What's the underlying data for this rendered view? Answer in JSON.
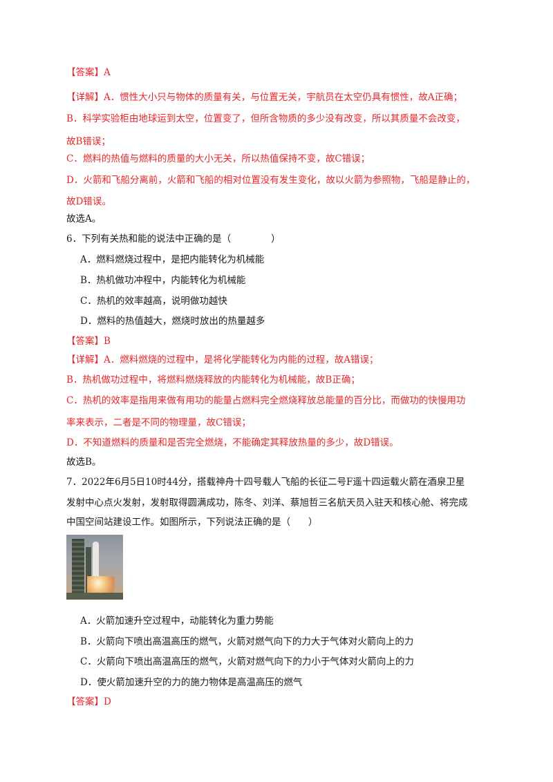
{
  "q5": {
    "answer_tag": "【答案】",
    "answer": "A",
    "detail_tag": "【详解】",
    "lines": [
      "A．惯性大小只与物体的质量有关，与位置无关，宇航员在太空仍具有惯性，故A正确；",
      "B．科学实验柜由地球运到太空，位置变了，但所含物质的多少没有改变，所以其质量不会改变，",
      "故B错误；",
      "C．燃料的热值与燃料的质量的大小无关，所以热值保持不变，故C错误；",
      "D．火箭和飞船分离前，火箭和飞船的相对位置没有发生变化，故以火箭为参照物，飞船是静止的，",
      "故D错误。"
    ],
    "conclusion": "故选A。"
  },
  "q6": {
    "stem": "6．下列有关热和能的说法中正确的是（",
    "stem_close": "）",
    "options": [
      "A．燃料燃烧过程中，是把内能转化为机械能",
      "B．热机做功冲程中，内能转化为机械能",
      "C．热机的效率越高，说明做功越快",
      "D．燃料的热值越大，燃烧时放出的热量越多"
    ],
    "answer_tag": "【答案】",
    "answer": "B",
    "detail_tag": "【详解】",
    "lines": [
      "A．燃料燃烧的过程中，是将化学能转化为内能的过程，故A错误；",
      "B．热机做功过程中，将燃料燃烧释放的内能转化为机械能，故B正确；",
      "C．热机的效率是指用来做有用功的能量占燃料完全燃烧释放总能量的百分比，而做功的快慢用功",
      "率来表示，二者是不同的物理量，故C错误；",
      "D．不知道燃料的质量和是否完全燃烧，不能确定其释放热量的多少，故D错误。"
    ],
    "conclusion": "故选B。"
  },
  "q7": {
    "stem_lines": [
      "7．2022年6月5日10时44分，搭载神舟十四号载人飞船的长征二号F遥十四运载火箭在酒泉卫星",
      "发射中心点火发射，发射取得圆满成功，陈冬、刘洋、蔡旭哲三名航天员入驻天和核心舱、将完成",
      "中国空间站建设工作。如图所示，下列说法正确的是（"
    ],
    "stem_close": "）",
    "options": [
      "A．火箭加速升空过程中，动能转化为重力势能",
      "B．火箭向下喷出高温高压的燃气，火箭对燃气向下的力大于气体对火箭向上的力",
      "C．火箭向下喷出高温高压的燃气，火箭对燃气向下的力小于气体对火箭向上的力",
      "D．使火箭加速升空的力的施力物体是高温高压的燃气"
    ],
    "answer_tag": "【答案】",
    "answer": "D"
  },
  "colors": {
    "answer": "#e8262b",
    "text": "#1a1a1a"
  }
}
